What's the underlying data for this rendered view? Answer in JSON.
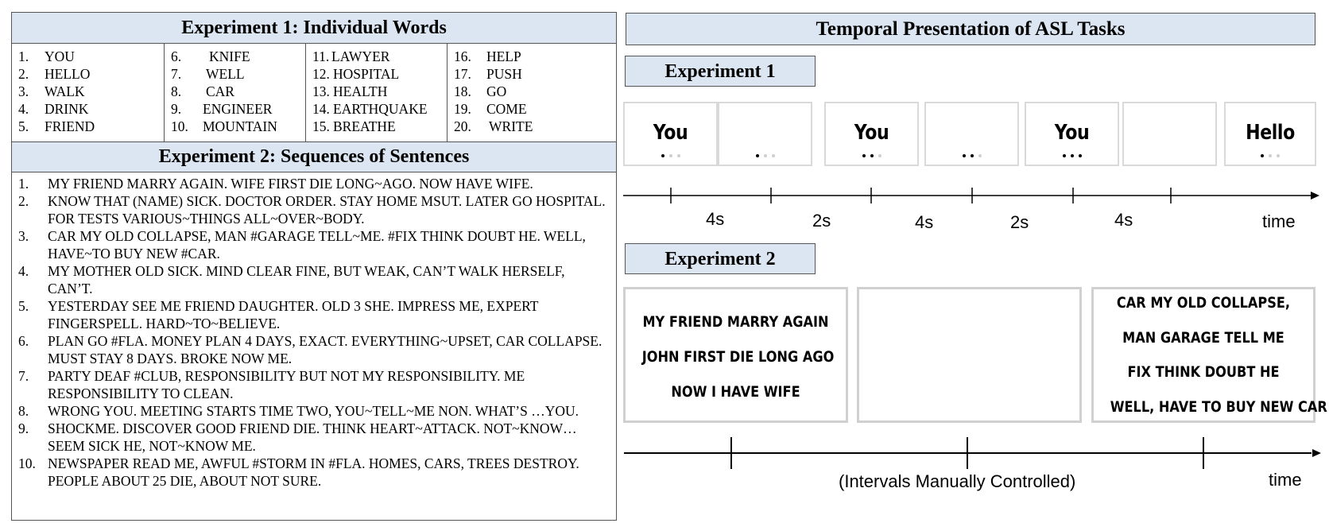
{
  "left": {
    "exp1_title": "Experiment 1: Individual Words",
    "exp2_title": "Experiment 2: Sequences of Sentences",
    "word_columns": [
      [
        {
          "num": "1.",
          "word": "YOU"
        },
        {
          "num": "2.",
          "word": "HELLO"
        },
        {
          "num": "3.",
          "word": "WALK"
        },
        {
          "num": "4.",
          "word": "DRINK"
        },
        {
          "num": "5.",
          "word": "FRIEND"
        }
      ],
      [
        {
          "num": "6.",
          "word": "KNIFE"
        },
        {
          "num": "7.",
          "word": "WELL"
        },
        {
          "num": "8.",
          "word": "CAR"
        },
        {
          "num": "9.",
          "word": "ENGINEER"
        },
        {
          "num": "10.",
          "word": "MOUNTAIN"
        }
      ],
      [
        {
          "num": "11.",
          "word": "LAWYER"
        },
        {
          "num": "12.",
          "word": "HOSPITAL"
        },
        {
          "num": "13.",
          "word": "HEALTH"
        },
        {
          "num": "14.",
          "word": "EARTHQUAKE"
        },
        {
          "num": "15.",
          "word": "BREATHE"
        }
      ],
      [
        {
          "num": "16.",
          "word": "HELP"
        },
        {
          "num": "17.",
          "word": "PUSH"
        },
        {
          "num": "18.",
          "word": "GO"
        },
        {
          "num": "19.",
          "word": "COME"
        },
        {
          "num": "20.",
          "word": "WRITE"
        }
      ]
    ],
    "sentences": [
      {
        "num": "1.",
        "text": "MY FRIEND MARRY AGAIN. WIFE FIRST DIE LONG~AGO. NOW HAVE WIFE."
      },
      {
        "num": "2.",
        "text": "KNOW THAT (NAME) SICK.  DOCTOR ORDER. STAY HOME MSUT. LATER GO HOSPITAL. FOR TESTS VARIOUS~THINGS ALL~OVER~BODY."
      },
      {
        "num": "3.",
        "text": "CAR MY OLD COLLAPSE, MAN #GARAGE TELL~ME. #FIX THINK DOUBT HE. WELL, HAVE~TO BUY NEW #CAR."
      },
      {
        "num": "4.",
        "text": "MY MOTHER OLD SICK. MIND CLEAR FINE, BUT WEAK, CAN’T WALK HERSELF, CAN’T."
      },
      {
        "num": "5.",
        "text": "YESTERDAY SEE ME FRIEND DAUGHTER. OLD 3 SHE. IMPRESS ME, EXPERT FINGERSPELL. HARD~TO~BELIEVE."
      },
      {
        "num": "6.",
        "text": "PLAN GO #FLA. MONEY PLAN 4 DAYS, EXACT. EVERYTHING~UPSET, CAR COLLAPSE. MUST STAY 8 DAYS. BROKE NOW ME."
      },
      {
        "num": "7.",
        "text": "PARTY DEAF #CLUB, RESPONSIBILITY BUT NOT MY RESPONSIBILITY. ME RESPONSIBILITY TO CLEAN."
      },
      {
        "num": "8.",
        "text": "WRONG YOU. MEETING STARTS TIME TWO, YOU~TELL~ME NON. WHAT’S …YOU."
      },
      {
        "num": "9.",
        "text": "SHOCKME. DISCOVER GOOD FRIEND DIE. THINK HEART~ATTACK. NOT~KNOW…SEEM SICK HE, NOT~KNOW ME."
      },
      {
        "num": "10.",
        "text": "NEWSPAPER READ ME, AWFUL #STORM IN #FLA. HOMES, CARS, TREES DESTROY.  PEOPLE ABOUT 25 DIE, ABOUT NOT SURE."
      }
    ]
  },
  "right": {
    "title": "Temporal Presentation of ASL Tasks",
    "exp1_label": "Experiment 1",
    "exp2_label": "Experiment 2",
    "exp1_frames": [
      {
        "word": "You",
        "dots": [
          1,
          0,
          0
        ]
      },
      {
        "word": "",
        "dots": [
          1,
          0,
          0
        ]
      },
      {
        "word": "You",
        "dots": [
          1,
          1,
          0
        ]
      },
      {
        "word": "",
        "dots": [
          1,
          1,
          0
        ]
      },
      {
        "word": "You",
        "dots": [
          1,
          1,
          1
        ]
      },
      {
        "word": "",
        "dots": []
      },
      {
        "word": "Hello",
        "dots": [
          1,
          0,
          0
        ]
      }
    ],
    "exp1_intervals": [
      "4s",
      "2s",
      "4s",
      "2s",
      "4s"
    ],
    "time_label": "time",
    "exp2_frames": [
      {
        "lines": [
          "MY FRIEND MARRY AGAIN",
          "JOHN FIRST DIE LONG AGO",
          "NOW I HAVE WIFE"
        ]
      },
      {
        "lines": []
      },
      {
        "lines": [
          "CAR MY OLD COLLAPSE,",
          "MAN GARAGE TELL ME",
          "FIX THINK DOUBT HE",
          "WELL, HAVE TO BUY NEW CAR"
        ]
      }
    ],
    "exp2_interval_label": "(Intervals Manually Controlled)",
    "colors": {
      "header_fill": "#dce6f2",
      "border": "#555555",
      "frame_border": "#d9d9d9"
    }
  }
}
